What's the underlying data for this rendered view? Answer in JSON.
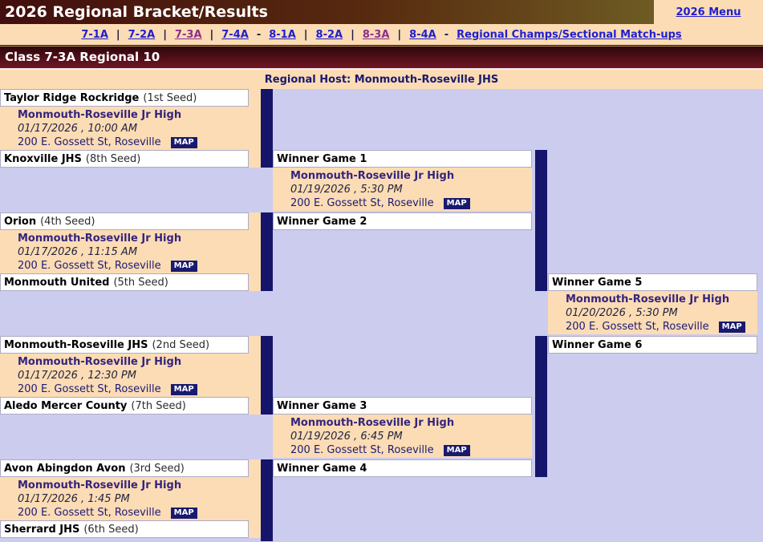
{
  "colors": {
    "peach_background": "#FCDCB4",
    "lavender_background": "#CCCCEF",
    "bracket_bar_navy": "#15156B",
    "header_gradient_left": "#420E0E",
    "header_gradient_right": "#6E5B23",
    "classbar_gradient_top": "#2B060B",
    "classbar_gradient_bottom": "#701624",
    "link_blue": "#1F1FD1",
    "link_visited_purple": "#8B2E8B",
    "host_text_navy": "#191970",
    "venue_text": "#34247E"
  },
  "header": {
    "title": "2026 Regional Bracket/Results",
    "menu_link": "2026 Menu"
  },
  "nav": {
    "links": [
      "7-1A",
      "7-2A",
      "7-3A",
      "7-4A",
      "8-1A",
      "8-2A",
      "8-3A",
      "8-4A"
    ],
    "pipe": "|",
    "dash": "-",
    "champs_link": "Regional Champs/Sectional Match-ups"
  },
  "class_header": "Class 7-3A Regional 10",
  "regional_host": "Regional Host: Monmouth-Roseville JHS",
  "bracket": {
    "teams": [
      {
        "name": "Taylor Ridge Rockridge",
        "seed": "(1st Seed)"
      },
      {
        "name": "Knoxville JHS",
        "seed": "(8th Seed)"
      },
      {
        "name": "Orion",
        "seed": "(4th Seed)"
      },
      {
        "name": "Monmouth United",
        "seed": "(5th Seed)"
      },
      {
        "name": "Monmouth-Roseville JHS",
        "seed": "(2nd Seed)"
      },
      {
        "name": "Aledo Mercer County",
        "seed": "(7th Seed)"
      },
      {
        "name": "Avon Abingdon Avon",
        "seed": "(3rd Seed)"
      },
      {
        "name": "Sherrard JHS",
        "seed": "(6th Seed)"
      }
    ],
    "winner_labels": [
      "Winner Game 1",
      "Winner Game 2",
      "Winner Game 3",
      "Winner Game 4",
      "Winner Game 5",
      "Winner Game 6"
    ],
    "games": [
      {
        "venue": "Monmouth-Roseville Jr High",
        "datetime": "01/17/2026 , 10:00 AM",
        "address": "200 E. Gossett St, Roseville",
        "map": "MAP"
      },
      {
        "venue": "Monmouth-Roseville Jr High",
        "datetime": "01/17/2026 , 11:15 AM",
        "address": "200 E. Gossett St, Roseville",
        "map": "MAP"
      },
      {
        "venue": "Monmouth-Roseville Jr High",
        "datetime": "01/17/2026 , 12:30 PM",
        "address": "200 E. Gossett St, Roseville",
        "map": "MAP"
      },
      {
        "venue": "Monmouth-Roseville Jr High",
        "datetime": "01/17/2026 , 1:45 PM",
        "address": "200 E. Gossett St, Roseville",
        "map": "MAP"
      },
      {
        "venue": "Monmouth-Roseville Jr High",
        "datetime": "01/19/2026 , 5:30 PM",
        "address": "200 E. Gossett St, Roseville",
        "map": "MAP"
      },
      {
        "venue": "Monmouth-Roseville Jr High",
        "datetime": "01/19/2026 , 6:45 PM",
        "address": "200 E. Gossett St, Roseville",
        "map": "MAP"
      },
      {
        "venue": "Monmouth-Roseville Jr High",
        "datetime": "01/20/2026 , 5:30 PM",
        "address": "200 E. Gossett St, Roseville",
        "map": "MAP"
      }
    ]
  }
}
